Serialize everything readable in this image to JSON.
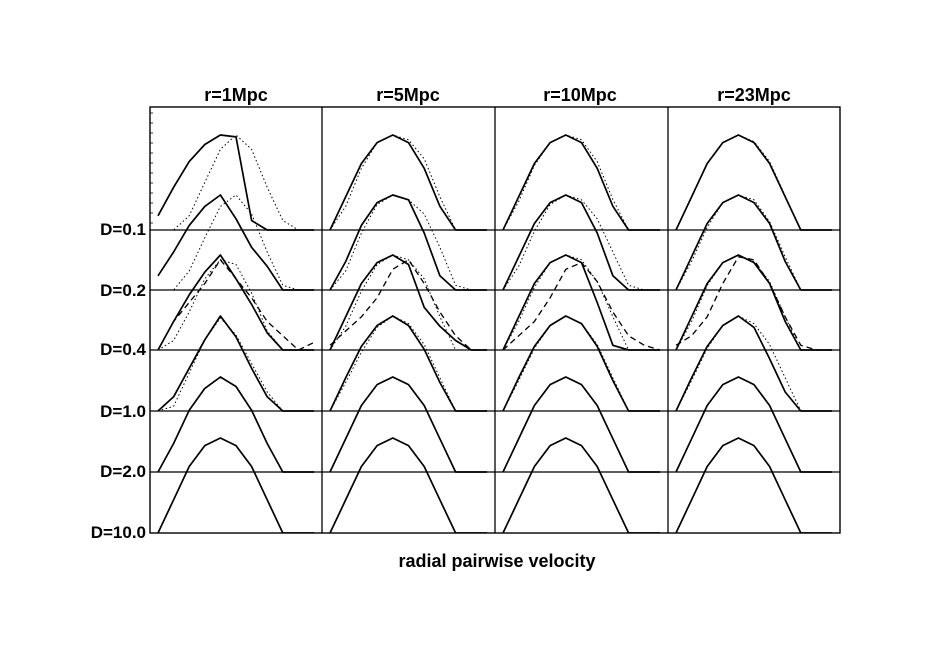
{
  "chart_data": {
    "type": "line",
    "xlabel": "radial pairwise velocity",
    "ylabel": "",
    "grid": false,
    "columns": [
      "r=1Mpc",
      "r=5Mpc",
      "r=10Mpc",
      "r=23Mpc"
    ],
    "row_labels": [
      "D=0.1",
      "D=0.2",
      "D=0.4",
      "D=1.0",
      "D=2.0",
      "D=10.0"
    ],
    "series_styles": {
      "solid": "#000000",
      "dotted": "#000000",
      "dashed": "#000000"
    },
    "x": [
      0.0,
      0.1,
      0.2,
      0.3,
      0.4,
      0.5,
      0.6,
      0.7,
      0.8,
      0.9,
      1.0
    ],
    "curves": {
      "r=1Mpc": {
        "D=0.1": {
          "solid": [
            0.15,
            0.45,
            0.72,
            0.9,
            1.0,
            0.98,
            0.1,
            0,
            0,
            0,
            0
          ],
          "dotted": [
            0,
            0,
            0.15,
            0.5,
            0.85,
            1.0,
            0.85,
            0.45,
            0.1,
            0,
            0
          ]
        },
        "D=0.2": {
          "solid": [
            0.15,
            0.4,
            0.68,
            0.88,
            1.0,
            0.75,
            0.45,
            0.25,
            0.0,
            0,
            0
          ],
          "dotted": [
            0,
            0,
            0.2,
            0.55,
            0.88,
            1.0,
            0.8,
            0.4,
            0.05,
            0,
            0
          ]
        },
        "D=0.4": {
          "solid": [
            0,
            0.3,
            0.58,
            0.82,
            1.0,
            0.75,
            0.48,
            0.18,
            0,
            0,
            0
          ],
          "dotted": [
            0,
            0.1,
            0.4,
            0.75,
            0.95,
            0.9,
            0.6,
            0.2,
            0,
            0,
            0
          ],
          "dashed": [
            0.0,
            0.3,
            0.5,
            0.7,
            0.95,
            0.75,
            0.55,
            0.3,
            0.15,
            0.0,
            0.08
          ]
        },
        "D=1.0": {
          "solid": [
            0,
            0.15,
            0.45,
            0.75,
            1.0,
            0.78,
            0.45,
            0.15,
            0,
            0,
            0
          ],
          "dotted": [
            0,
            0.05,
            0.4,
            0.75,
            0.98,
            0.8,
            0.5,
            0.2,
            0,
            0,
            0
          ]
        },
        "D=2.0": {
          "solid": [
            0,
            0.3,
            0.65,
            0.88,
            1.0,
            0.9,
            0.65,
            0.3,
            0,
            0,
            0
          ]
        },
        "D=10.0": {
          "solid": [
            0,
            0.35,
            0.7,
            0.92,
            1.0,
            0.92,
            0.7,
            0.35,
            0,
            0,
            0
          ]
        }
      },
      "r=5Mpc": {
        "D=0.1": {
          "solid": [
            0,
            0.35,
            0.7,
            0.92,
            1.0,
            0.92,
            0.65,
            0.25,
            0,
            0,
            0
          ],
          "dotted": [
            0,
            0.25,
            0.65,
            0.92,
            1.0,
            0.95,
            0.75,
            0.35,
            0,
            0,
            0
          ]
        },
        "D=0.2": {
          "solid": [
            0,
            0.3,
            0.68,
            0.92,
            1.0,
            0.95,
            0.6,
            0.15,
            0,
            0,
            0
          ],
          "dotted": [
            0,
            0.2,
            0.6,
            0.9,
            1.0,
            0.95,
            0.8,
            0.45,
            0.05,
            0,
            0
          ]
        },
        "D=0.4": {
          "solid": [
            0,
            0.35,
            0.7,
            0.92,
            1.0,
            0.9,
            0.45,
            0.25,
            0.1,
            0,
            0
          ],
          "dotted": [
            0,
            0.25,
            0.62,
            0.9,
            1.0,
            0.95,
            0.75,
            0.35,
            0,
            0,
            0
          ],
          "dashed": [
            0.05,
            0.2,
            0.35,
            0.55,
            0.85,
            0.95,
            0.7,
            0.4,
            0.15,
            0,
            0
          ]
        },
        "D=1.0": {
          "solid": [
            0,
            0.35,
            0.68,
            0.9,
            1.0,
            0.9,
            0.65,
            0.3,
            0,
            0,
            0
          ],
          "dotted": [
            0,
            0.3,
            0.62,
            0.88,
            1.0,
            0.92,
            0.7,
            0.35,
            0,
            0,
            0
          ]
        },
        "D=2.0": {
          "solid": [
            0,
            0.35,
            0.7,
            0.92,
            1.0,
            0.92,
            0.7,
            0.35,
            0,
            0,
            0
          ]
        },
        "D=10.0": {
          "solid": [
            0,
            0.35,
            0.7,
            0.92,
            1.0,
            0.92,
            0.7,
            0.35,
            0,
            0,
            0
          ]
        }
      },
      "r=10Mpc": {
        "D=0.1": {
          "solid": [
            0,
            0.35,
            0.7,
            0.92,
            1.0,
            0.92,
            0.65,
            0.25,
            0,
            0,
            0
          ],
          "dotted": [
            0,
            0.3,
            0.68,
            0.92,
            1.0,
            0.95,
            0.72,
            0.32,
            0,
            0,
            0
          ]
        },
        "D=0.2": {
          "solid": [
            0,
            0.35,
            0.7,
            0.92,
            1.0,
            0.92,
            0.6,
            0.15,
            0,
            0,
            0
          ],
          "dotted": [
            0,
            0.25,
            0.62,
            0.9,
            1.0,
            0.95,
            0.75,
            0.4,
            0.05,
            0,
            0
          ]
        },
        "D=0.4": {
          "solid": [
            0,
            0.35,
            0.7,
            0.92,
            1.0,
            0.92,
            0.5,
            0.05,
            0,
            0,
            0
          ],
          "dotted": [
            0,
            0.3,
            0.66,
            0.92,
            1.0,
            0.95,
            0.72,
            0.35,
            0,
            0,
            0
          ],
          "dashed": [
            0.0,
            0.15,
            0.3,
            0.55,
            0.85,
            0.92,
            0.72,
            0.4,
            0.15,
            0.05,
            0
          ]
        },
        "D=1.0": {
          "solid": [
            0,
            0.35,
            0.68,
            0.9,
            1.0,
            0.92,
            0.68,
            0.32,
            0,
            0,
            0
          ],
          "dotted": [
            0,
            0.32,
            0.66,
            0.9,
            1.0,
            0.92,
            0.7,
            0.35,
            0,
            0,
            0
          ]
        },
        "D=2.0": {
          "solid": [
            0,
            0.35,
            0.7,
            0.92,
            1.0,
            0.92,
            0.7,
            0.35,
            0,
            0,
            0
          ]
        },
        "D=10.0": {
          "solid": [
            0,
            0.35,
            0.7,
            0.92,
            1.0,
            0.92,
            0.7,
            0.35,
            0,
            0,
            0
          ]
        }
      },
      "r=23Mpc": {
        "D=0.1": {
          "solid": [
            0,
            0.35,
            0.7,
            0.92,
            1.0,
            0.92,
            0.7,
            0.35,
            0,
            0,
            0
          ],
          "dotted": [
            0,
            0.34,
            0.7,
            0.92,
            1.0,
            0.93,
            0.72,
            0.36,
            0,
            0,
            0
          ]
        },
        "D=0.2": {
          "solid": [
            0,
            0.35,
            0.7,
            0.92,
            1.0,
            0.92,
            0.7,
            0.3,
            0,
            0,
            0
          ],
          "dotted": [
            0,
            0.3,
            0.66,
            0.92,
            1.0,
            0.95,
            0.72,
            0.35,
            0,
            0,
            0
          ]
        },
        "D=0.4": {
          "solid": [
            0,
            0.35,
            0.7,
            0.92,
            1.0,
            0.92,
            0.7,
            0.3,
            0,
            0,
            0
          ],
          "dotted": [
            0,
            0.3,
            0.68,
            0.92,
            1.0,
            0.93,
            0.72,
            0.35,
            0,
            0,
            0
          ],
          "dashed": [
            0.05,
            0.15,
            0.35,
            0.7,
            0.98,
            0.95,
            0.7,
            0.35,
            0.05,
            0,
            0
          ]
        },
        "D=1.0": {
          "solid": [
            0,
            0.35,
            0.68,
            0.9,
            1.0,
            0.88,
            0.55,
            0.2,
            0,
            0,
            0
          ],
          "dotted": [
            0,
            0.32,
            0.66,
            0.9,
            1.0,
            0.92,
            0.7,
            0.35,
            0,
            0,
            0
          ]
        },
        "D=2.0": {
          "solid": [
            0,
            0.35,
            0.7,
            0.92,
            1.0,
            0.92,
            0.7,
            0.35,
            0,
            0,
            0
          ]
        },
        "D=10.0": {
          "solid": [
            0,
            0.35,
            0.7,
            0.92,
            1.0,
            0.92,
            0.7,
            0.35,
            0,
            0,
            0
          ]
        }
      }
    }
  }
}
